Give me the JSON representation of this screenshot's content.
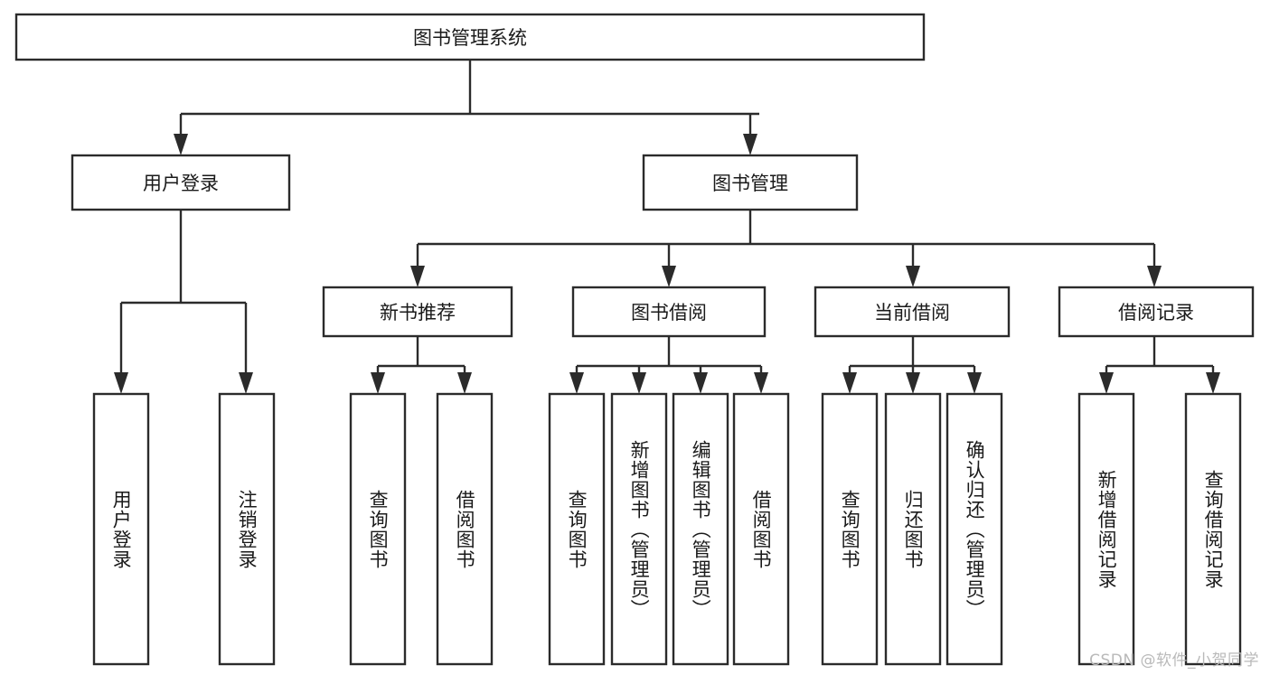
{
  "diagram": {
    "title": "图书管理系统",
    "watermark": "CSDN @软件_小贺同学",
    "colors": {
      "stroke": "#2b2b2b",
      "box_fill": "#ffffff",
      "text": "#1a1a1a",
      "background": "#ffffff",
      "watermark": "#b9b9b9"
    },
    "root": {
      "label": "图书管理系统"
    },
    "level2": [
      {
        "label": "用户登录"
      },
      {
        "label": "图书管理"
      }
    ],
    "level3": [
      {
        "label": "新书推荐"
      },
      {
        "label": "图书借阅"
      },
      {
        "label": "当前借阅"
      },
      {
        "label": "借阅记录"
      }
    ],
    "leaves": {
      "user_login": [
        {
          "label": "用户登录"
        },
        {
          "label": "注销登录"
        }
      ],
      "new_book_recommend": [
        {
          "label": "查询图书"
        },
        {
          "label": "借阅图书"
        }
      ],
      "book_borrow": [
        {
          "label": "查询图书"
        },
        {
          "label": "新增图书（管理员）"
        },
        {
          "label": "编辑图书（管理员）"
        },
        {
          "label": "借阅图书"
        }
      ],
      "current_borrow": [
        {
          "label": "查询图书"
        },
        {
          "label": "归还图书"
        },
        {
          "label": "确认归还（管理员）"
        }
      ],
      "borrow_record": [
        {
          "label": "新增借阅记录"
        },
        {
          "label": "查询借阅记录"
        }
      ]
    }
  }
}
